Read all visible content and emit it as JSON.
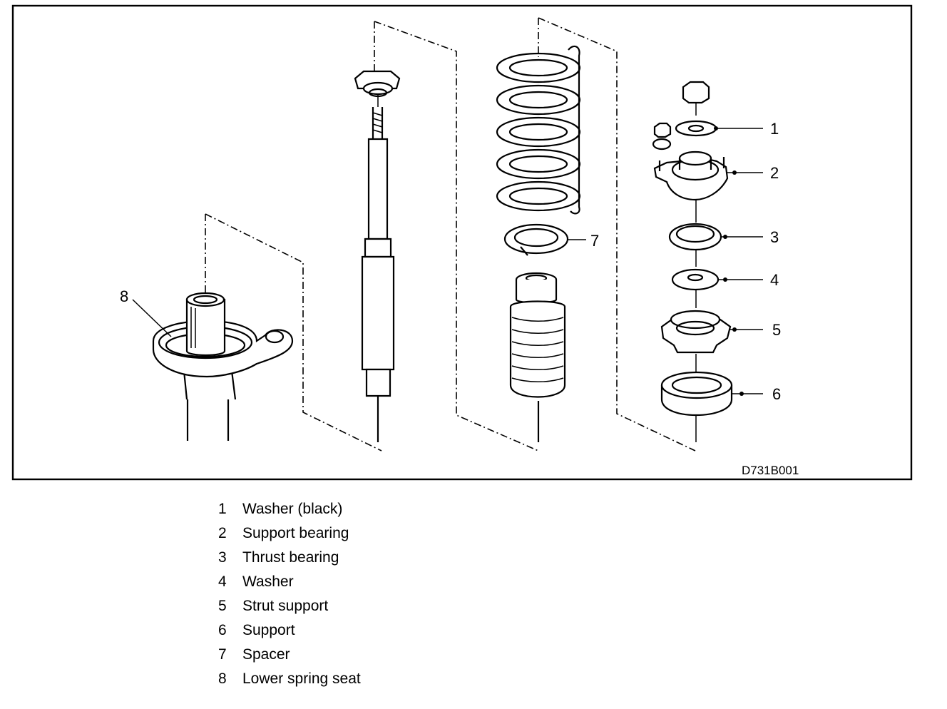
{
  "figure": {
    "code": "D731B001",
    "callouts": [
      "1",
      "2",
      "3",
      "4",
      "5",
      "6",
      "7",
      "8"
    ]
  },
  "legend": [
    {
      "num": "1",
      "label": "Washer (black)"
    },
    {
      "num": "2",
      "label": "Support bearing"
    },
    {
      "num": "3",
      "label": "Thrust bearing"
    },
    {
      "num": "4",
      "label": "Washer"
    },
    {
      "num": "5",
      "label": "Strut support"
    },
    {
      "num": "6",
      "label": "Support"
    },
    {
      "num": "7",
      "label": "Spacer"
    },
    {
      "num": "8",
      "label": "Lower spring seat"
    }
  ]
}
